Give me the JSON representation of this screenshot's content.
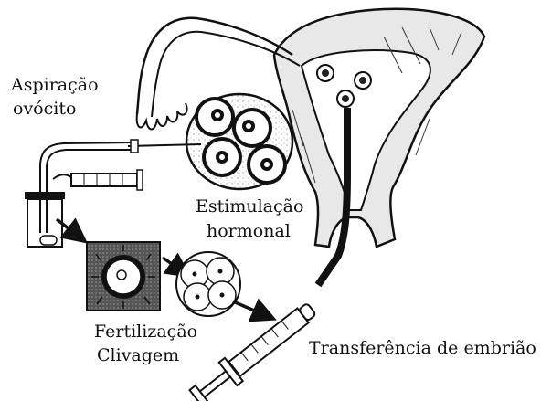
{
  "labels": {
    "aspiration_line1": "Aspiração",
    "aspiration_line2": "ovócito",
    "stimulation_line1": "Estimulação",
    "stimulation_line2": "hormonal",
    "fertilization": "Fertilização",
    "cleavage": "Clivagem",
    "transfer": "Transferência de embrião"
  }
}
